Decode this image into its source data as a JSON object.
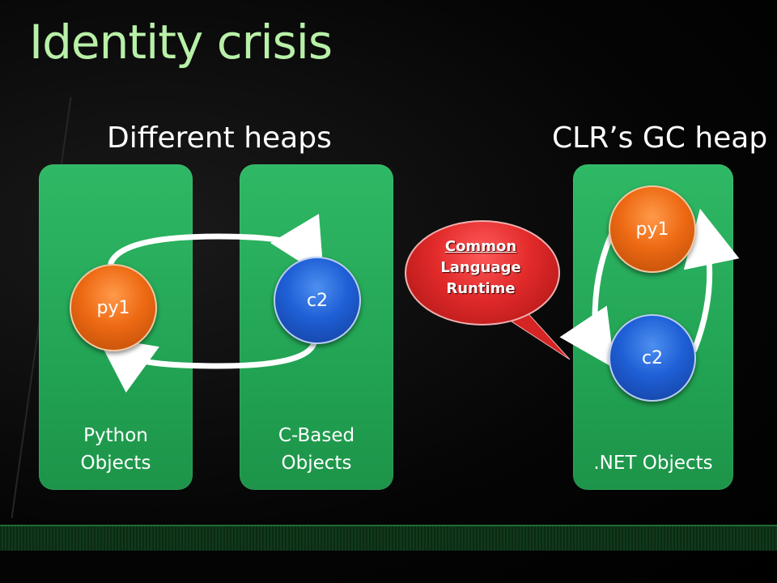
{
  "title": "Identity crisis",
  "headings": {
    "left": "Different heaps",
    "right": "CLR’s GC heap"
  },
  "columns": [
    {
      "label_line1": "Python",
      "label_line2": "Objects"
    },
    {
      "label_line1": "C-Based",
      "label_line2": "Objects"
    },
    {
      "label": ".NET Objects"
    }
  ],
  "nodes": {
    "left_py1": "py1",
    "left_c2": "c2",
    "right_py1": "py1",
    "right_c2": "c2"
  },
  "callout": {
    "line1": "Common",
    "line2": "Language",
    "line3": "Runtime"
  },
  "colors": {
    "heap_green": "#22a454",
    "python_node": "#ee6a14",
    "c_node": "#1f5fd6",
    "callout_red": "#e22a2a",
    "title_green": "#b8f0a8"
  }
}
